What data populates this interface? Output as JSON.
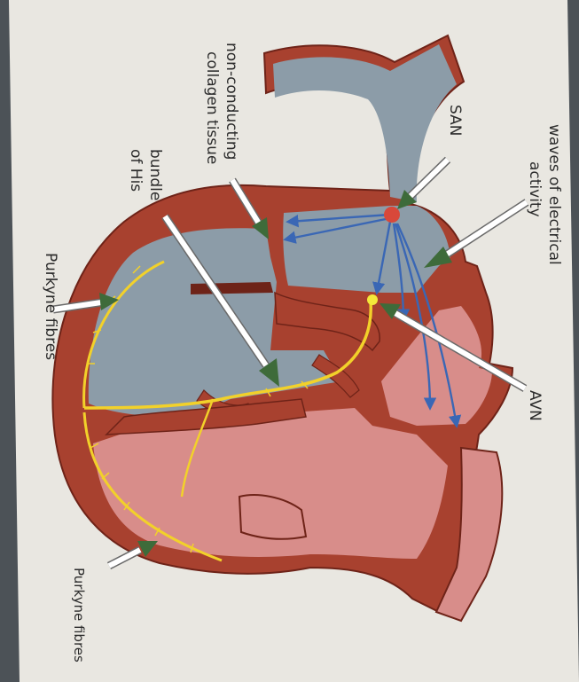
{
  "labels": {
    "waves_line1": "waves of electrical",
    "waves_line2": "activity",
    "san": "SAN",
    "avn": "AVN",
    "non_conducting_line1": "non-conducting",
    "non_conducting_line2": "collagen tissue",
    "bundle_line1": "bundle",
    "bundle_line2": "of His",
    "purkyne_left": "Purkyne fibres",
    "purkyne_bottom": "Purkyne fibres"
  },
  "colors": {
    "page": "#e7e5df",
    "muscle": "#a8412f",
    "muscle_dark": "#6e2318",
    "blood_deoxy": "#8b9ba7",
    "blood_oxy": "#d88d8a",
    "conduction": "#f2d12a",
    "impulse_arrows": "#3a67b5",
    "san_node": "#d8483a",
    "avn_node": "#f4e93a",
    "pointer": "#3e6b3a"
  }
}
